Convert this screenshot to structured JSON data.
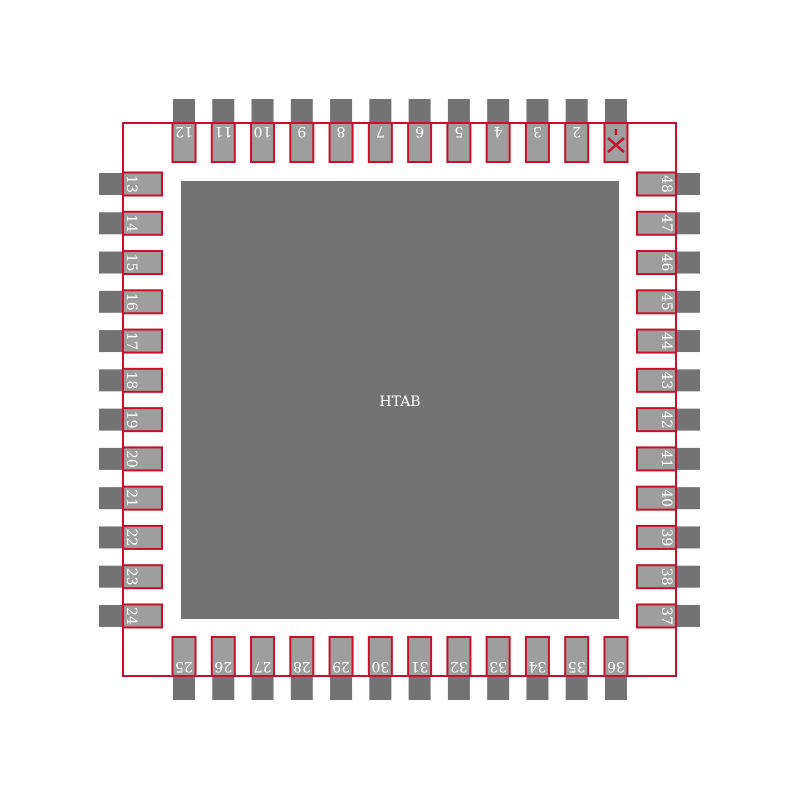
{
  "footprint": {
    "center_label": "HTAB",
    "pins_top": [
      "12",
      "11",
      "10",
      "9",
      "8",
      "7",
      "6",
      "5",
      "4",
      "3",
      "2",
      "1"
    ],
    "pins_left": [
      "13",
      "14",
      "15",
      "16",
      "17",
      "18",
      "19",
      "20",
      "21",
      "22",
      "23",
      "24"
    ],
    "pins_bottom": [
      "25",
      "26",
      "27",
      "28",
      "29",
      "30",
      "31",
      "32",
      "33",
      "34",
      "35",
      "36"
    ],
    "pins_right": [
      "37",
      "38",
      "39",
      "40",
      "41",
      "42",
      "43",
      "44",
      "45",
      "46",
      "47",
      "48"
    ],
    "pin1_marker_icon": "pin1-cross-icon",
    "colors": {
      "pad": "#737373",
      "pad_highlight": "#9e9e9e",
      "outline": "#c8102e",
      "label": "#ffffff"
    }
  }
}
